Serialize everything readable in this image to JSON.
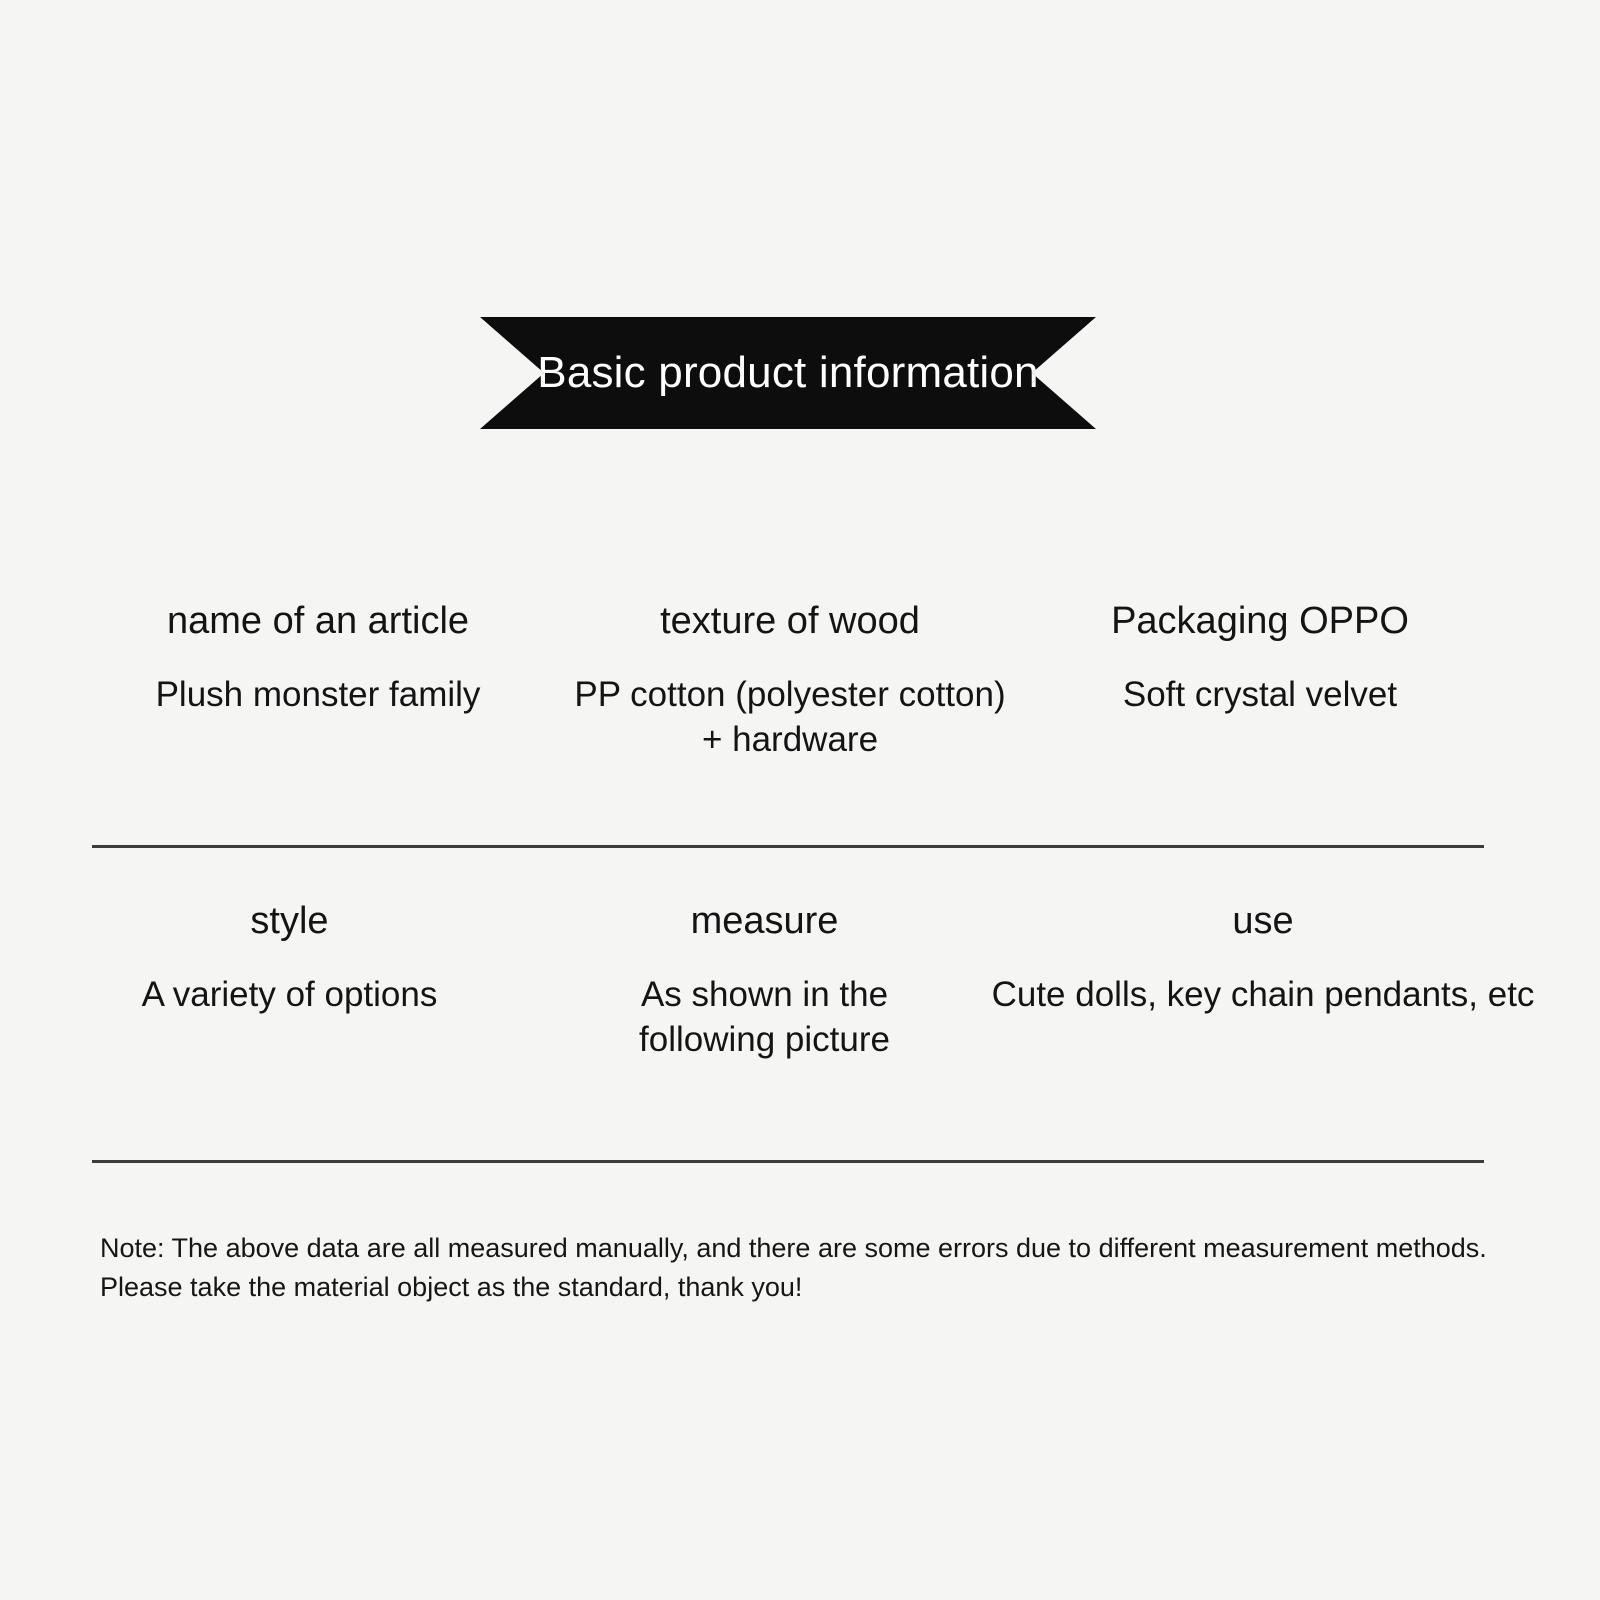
{
  "banner": {
    "title": "Basic product information",
    "background_color": "#0d0d0d",
    "text_color": "#ffffff"
  },
  "page": {
    "background_color": "#f5f5f4",
    "text_color": "#141414",
    "divider_color": "#3d3d3d"
  },
  "specs": {
    "rows": [
      {
        "cells": [
          {
            "label": "name of an article",
            "value": "Plush monster family"
          },
          {
            "label": "texture of wood",
            "value": "PP cotton (polyester cotton) + hardware"
          },
          {
            "label": "Packaging OPPO",
            "value": "Soft crystal velvet"
          }
        ]
      },
      {
        "cells": [
          {
            "label": "style",
            "value": "A variety of options"
          },
          {
            "label": "measure",
            "value": "As shown in the following picture"
          },
          {
            "label": "use",
            "value": "Cute dolls, key chain pendants, etc"
          }
        ]
      }
    ]
  },
  "note": {
    "text": "Note: The above data are all measured manually, and there are some errors due to different measurement methods. Please take the material object as the standard, thank you!"
  }
}
